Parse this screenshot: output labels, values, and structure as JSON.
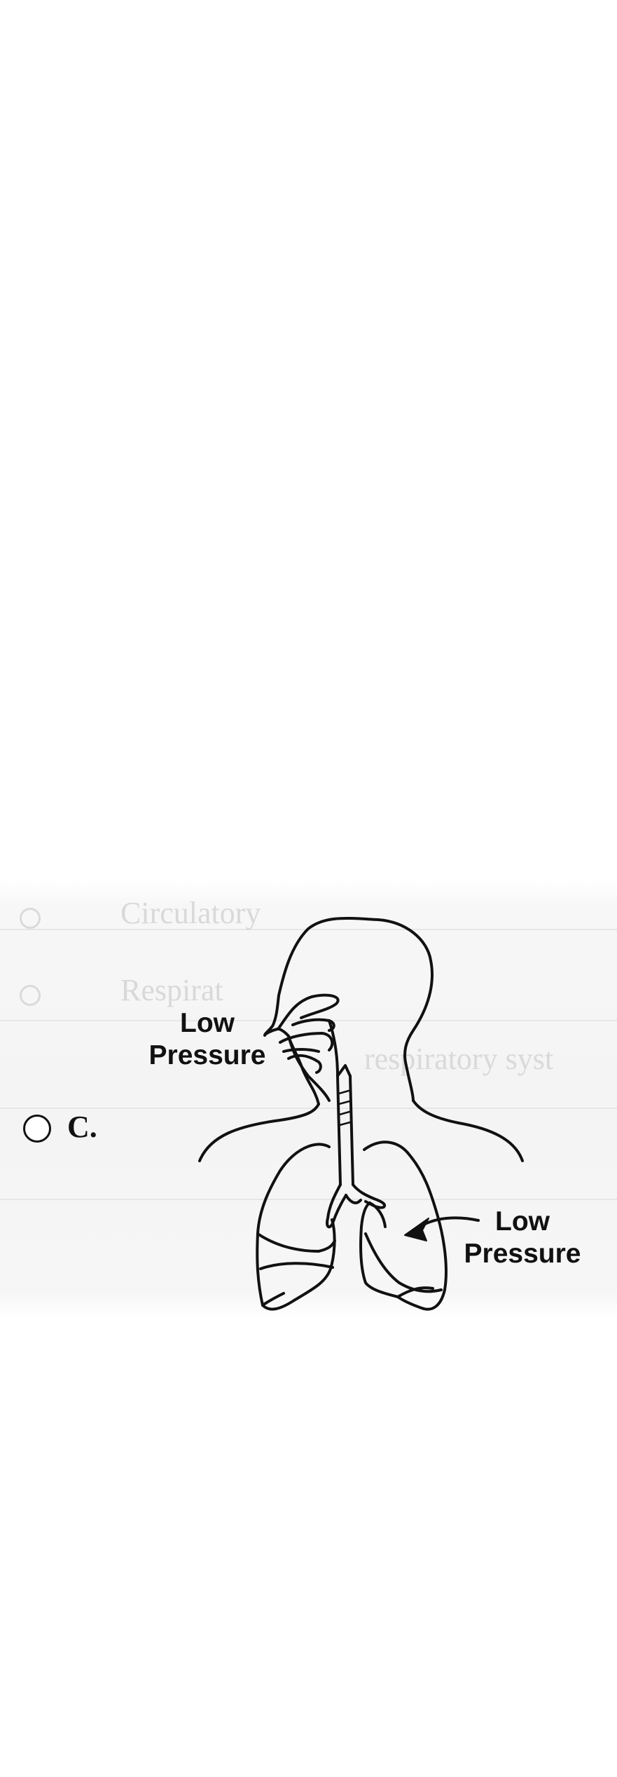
{
  "option": {
    "letter": "C."
  },
  "figure": {
    "label_mouth_line1": "Low",
    "label_mouth_line2": "Pressure",
    "label_lung_line1": "Low",
    "label_lung_line2": "Pressure"
  },
  "bleed_through": {
    "line1": "Circulatory",
    "line2": "Respirat",
    "line3": "respiratory syst"
  }
}
